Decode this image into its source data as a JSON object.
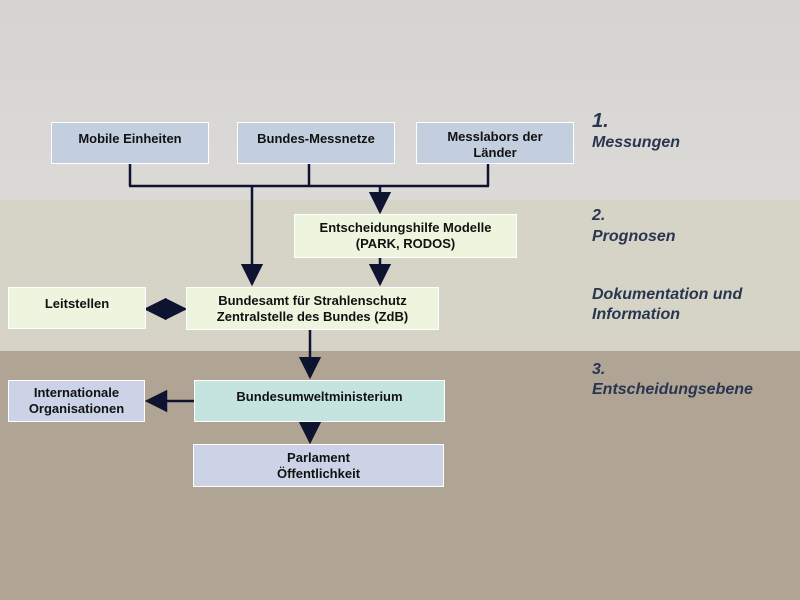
{
  "stages": {
    "s1_number": "1.",
    "s1_label": "Messungen",
    "s2_number": "2.",
    "s2_label": "Prognosen",
    "s2b_label": "Dokumentation und\nInformation",
    "s3_number": "3.",
    "s3_label": "Entscheidungsebene"
  },
  "boxes": {
    "mobile": "Mobile Einheiten",
    "bundes_messnetze": "Bundes-Messnetze",
    "messlabors": "Messlabors der\nLänder",
    "entscheidungshilfe": "Entscheidungshilfe Modelle\n(PARK, RODOS)",
    "leitstellen": "Leitstellen",
    "bfs": "Bundesamt für Strahlenschutz\nZentralstelle des Bundes (ZdB)",
    "international": "Internationale\nOrganisationen",
    "bmu": "Bundesumweltministerium",
    "parlament": "Parlament\nÖffentlichkeit"
  },
  "colors": {
    "band_top": "#d8d6d2",
    "band_middle": "#d5d4c7",
    "band_bottom": "#b0a594",
    "box_blue": "#c3cfdf",
    "box_pale": "#eef5df",
    "box_mint": "#c5e4e0",
    "arrow": "#0e1430",
    "stage_text": "#2a3550"
  }
}
